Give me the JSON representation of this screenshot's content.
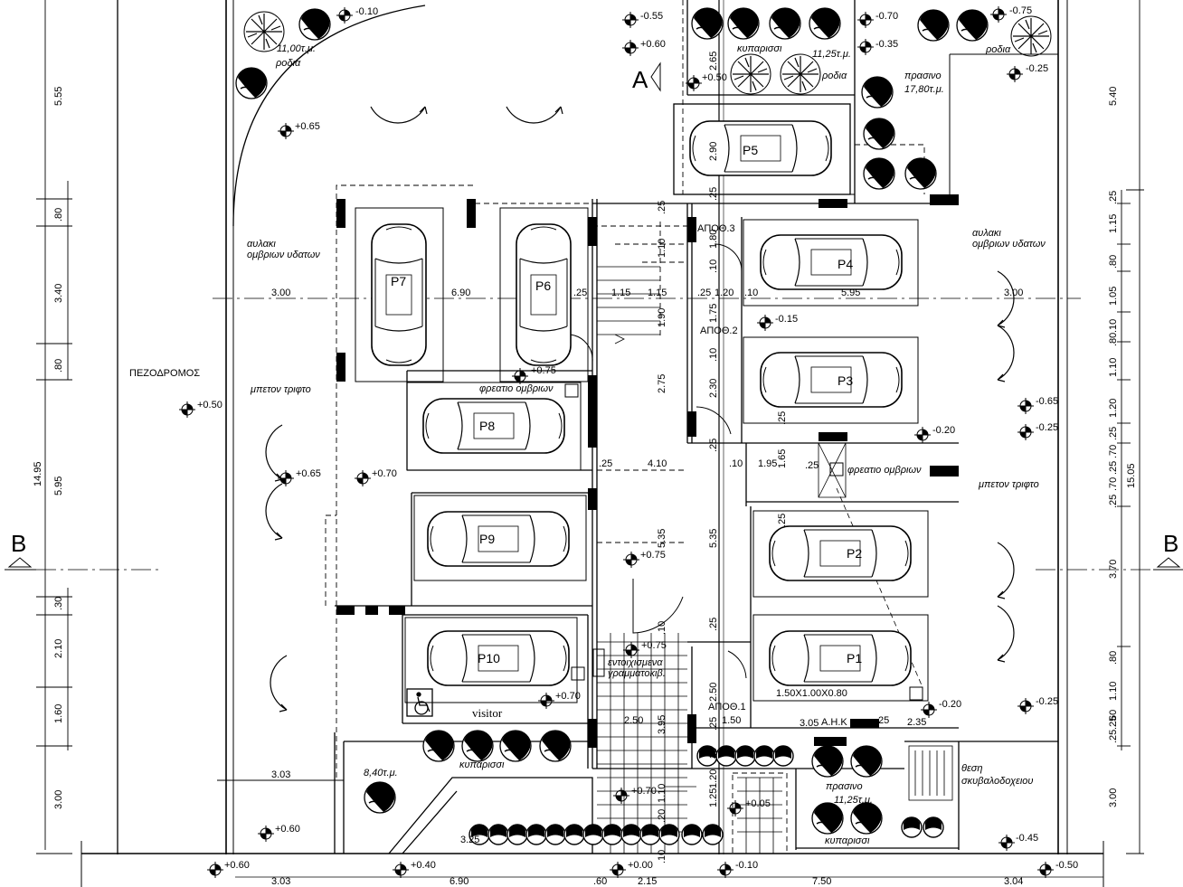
{
  "section_marks": {
    "left": "B",
    "right": "B",
    "section_a": "A"
  },
  "parking": [
    "P1",
    "P2",
    "P3",
    "P4",
    "P5",
    "P6",
    "P7",
    "P8",
    "P9",
    "P10"
  ],
  "storage": [
    "ΑΠΟΘ.1",
    "ΑΠΟΘ.2",
    "ΑΠΟΘ.3"
  ],
  "labels": {
    "sidewalk": "ΠΕΖΟΔΡΟΜΟΣ",
    "concrete_left": "μπετον τριφτο",
    "concrete_right": "μπετον τριφτο",
    "gutter_left_1": "αυλακι",
    "gutter_left_2": "ομβριων υδατων",
    "gutter_right_1": "αυλακι",
    "gutter_right_2": "ομβριων υδατων",
    "storm_well_1": "φρεατιο ομβριων",
    "storm_well_2": "φρεατιο ομβριων",
    "mailboxes_1": "εντοιχισμενα",
    "mailboxes_2": "γραμματοκιβ.",
    "visitor": "visitor",
    "cypress_top": "κυπαρισσι",
    "cypress_bottom_left": "κυπαρισσι",
    "cypress_bottom_right": "κυπαρισσι",
    "pomegranate_tl": "ροδια",
    "pomegranate_top": "ροδια",
    "pomegranate_tr": "ροδια",
    "green_right": "πρασινο",
    "green_right_area": "17,80τ.μ.",
    "green_bottom": "πρασινο",
    "green_bottom_area": "11,25τ.μ.",
    "area_top": "11,25τ.μ.",
    "area_tl": "11,00τ.μ.",
    "area_bl": "8,40τ.μ.",
    "bin_1": "θεση",
    "bin_2": "σκυβαλοδοχειου",
    "ahk": "Α.Η.Κ",
    "window_dims": "1.50Χ1.00Χ0.80"
  },
  "levels": {
    "l1": "-0.10",
    "l2": "-0.55",
    "l3": "+0.60",
    "l4": "+0.50",
    "l5": "-0.70",
    "l6": "-0.35",
    "l7": "-0.75",
    "l8": "-0.25",
    "l9": "+0.65",
    "l10": "-0.15",
    "l11": "+0.75",
    "l12": "+0.50",
    "l13": "-0.65",
    "l14": "-0.25",
    "l15": "-0.20",
    "l16": "+0.65",
    "l17": "+0.70",
    "l18": "+0.75",
    "l19": "+0.75",
    "l20": "+0.70",
    "l21": "-0.20",
    "l22": "-0.25",
    "l23": "+0.70",
    "l24": "+0.05",
    "l25": "+0.60",
    "l26": "-0.45",
    "l27": "+0.60",
    "l28": "+0.40",
    "l29": "+0.00",
    "l30": "-0.10",
    "l31": "-0.50"
  },
  "dims_left": [
    "5.55",
    ".80",
    "3.40",
    ".80",
    "5.95",
    "14.95",
    ".30",
    "2.10",
    "1.60",
    "3.00"
  ],
  "dims_right": [
    "5.40",
    ".25",
    "1.15",
    ".80",
    "1.05",
    ".10",
    ".80",
    "1.10",
    "1.20",
    ".25",
    ".70",
    ".25",
    ".70",
    ".25",
    "15.05",
    "3.70",
    ".80",
    "1.10",
    ".25",
    ".60",
    ".25",
    "3.00"
  ],
  "dims_top_row": [
    "3.00",
    "6.90",
    "3.00"
  ],
  "dims_bottom_row": [
    "3.03",
    "6.90",
    ".60",
    "2.15",
    "7.50",
    "3.04"
  ],
  "dims_inner": {
    "a1": ".25",
    "a2": "1.15",
    ".s": ".25",
    "a4": "1.15",
    "a5": "1.90",
    "a6": "1.20",
    "a7": ".10",
    "a8": "5.95",
    "a9": "2.75",
    "b1": "4.10",
    "b2": ".25",
    "b3": ".10",
    "b4": "1.95",
    "b5": "1.65",
    "b6": ".25",
    "b7": "5.35",
    "b8": "5.35",
    "b9": "2.65",
    "b10": "2.90",
    "b11": ".25",
    "b12": "1.80",
    "b13": ".10",
    "b14": "1.75",
    "b15": ".10",
    "b16": "2.30",
    "b17": ".25",
    "b18": ".25",
    "c1": "2.50",
    "c2": "3.95",
    "c3": ".25",
    "c4": "1.50",
    ".10b": ".10",
    "c6": "3.05",
    "c7": ".25",
    "c8": "2.35",
    "c9": "2.50",
    "c10": ".25",
    "c11": "3.03",
    "c12": ".10",
    "c13": "1.25",
    "c14": "1.20",
    "c15": ".20",
    "c16": ".10",
    "c17": "1.10",
    "c18": ".25",
    "c19": ".30",
    "c20": ".25",
    "c21": ".25",
    "c22": "3.25"
  }
}
